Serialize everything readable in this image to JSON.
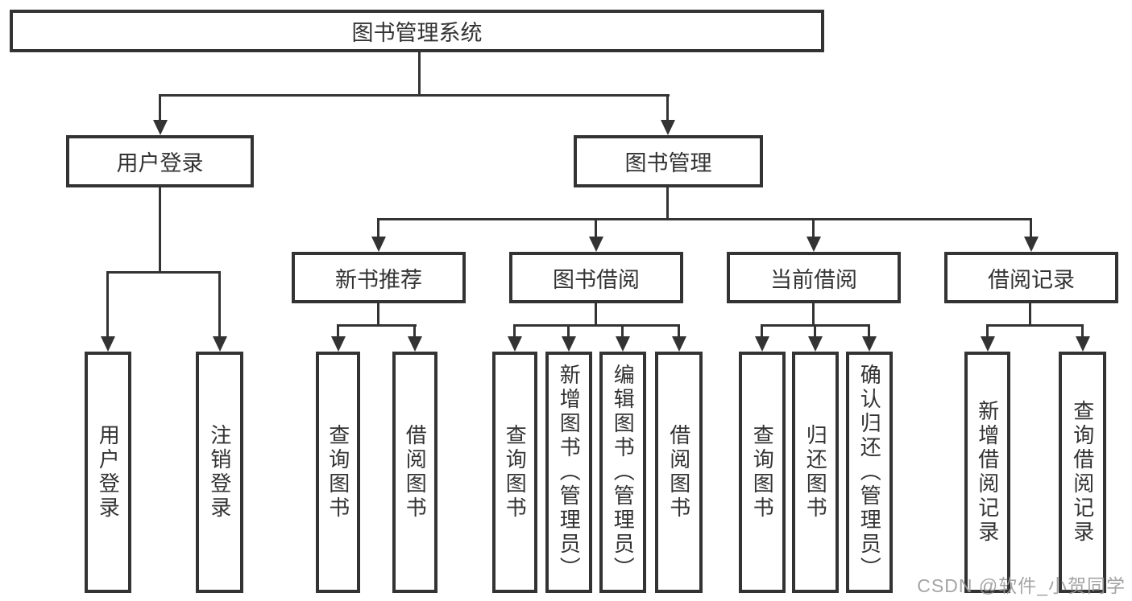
{
  "diagram_title": "图书管理系统",
  "tree": {
    "label": "图书管理系统",
    "children": [
      {
        "label": "用户登录",
        "children": [
          {
            "label": "用户登录"
          },
          {
            "label": "注销登录"
          }
        ]
      },
      {
        "label": "图书管理",
        "children": [
          {
            "label": "新书推荐",
            "children": [
              {
                "label": "查询图书"
              },
              {
                "label": "借阅图书"
              }
            ]
          },
          {
            "label": "图书借阅",
            "children": [
              {
                "label": "查询图书"
              },
              {
                "label": "新增图书（管理员）"
              },
              {
                "label": "编辑图书（管理员）"
              },
              {
                "label": "借阅图书"
              }
            ]
          },
          {
            "label": "当前借阅",
            "children": [
              {
                "label": "查询图书"
              },
              {
                "label": "归还图书"
              },
              {
                "label": "确认归还（管理员）"
              }
            ]
          },
          {
            "label": "借阅记录",
            "children": [
              {
                "label": "新增借阅记录"
              },
              {
                "label": "查询借阅记录"
              }
            ]
          }
        ]
      }
    ]
  },
  "watermark": {
    "text": "CSDN @软件_小贺同学"
  },
  "colors": {
    "line": "#333333",
    "border": "#333333",
    "text": "#333333",
    "background": "#ffffff",
    "watermark": "#9b9b9b"
  }
}
